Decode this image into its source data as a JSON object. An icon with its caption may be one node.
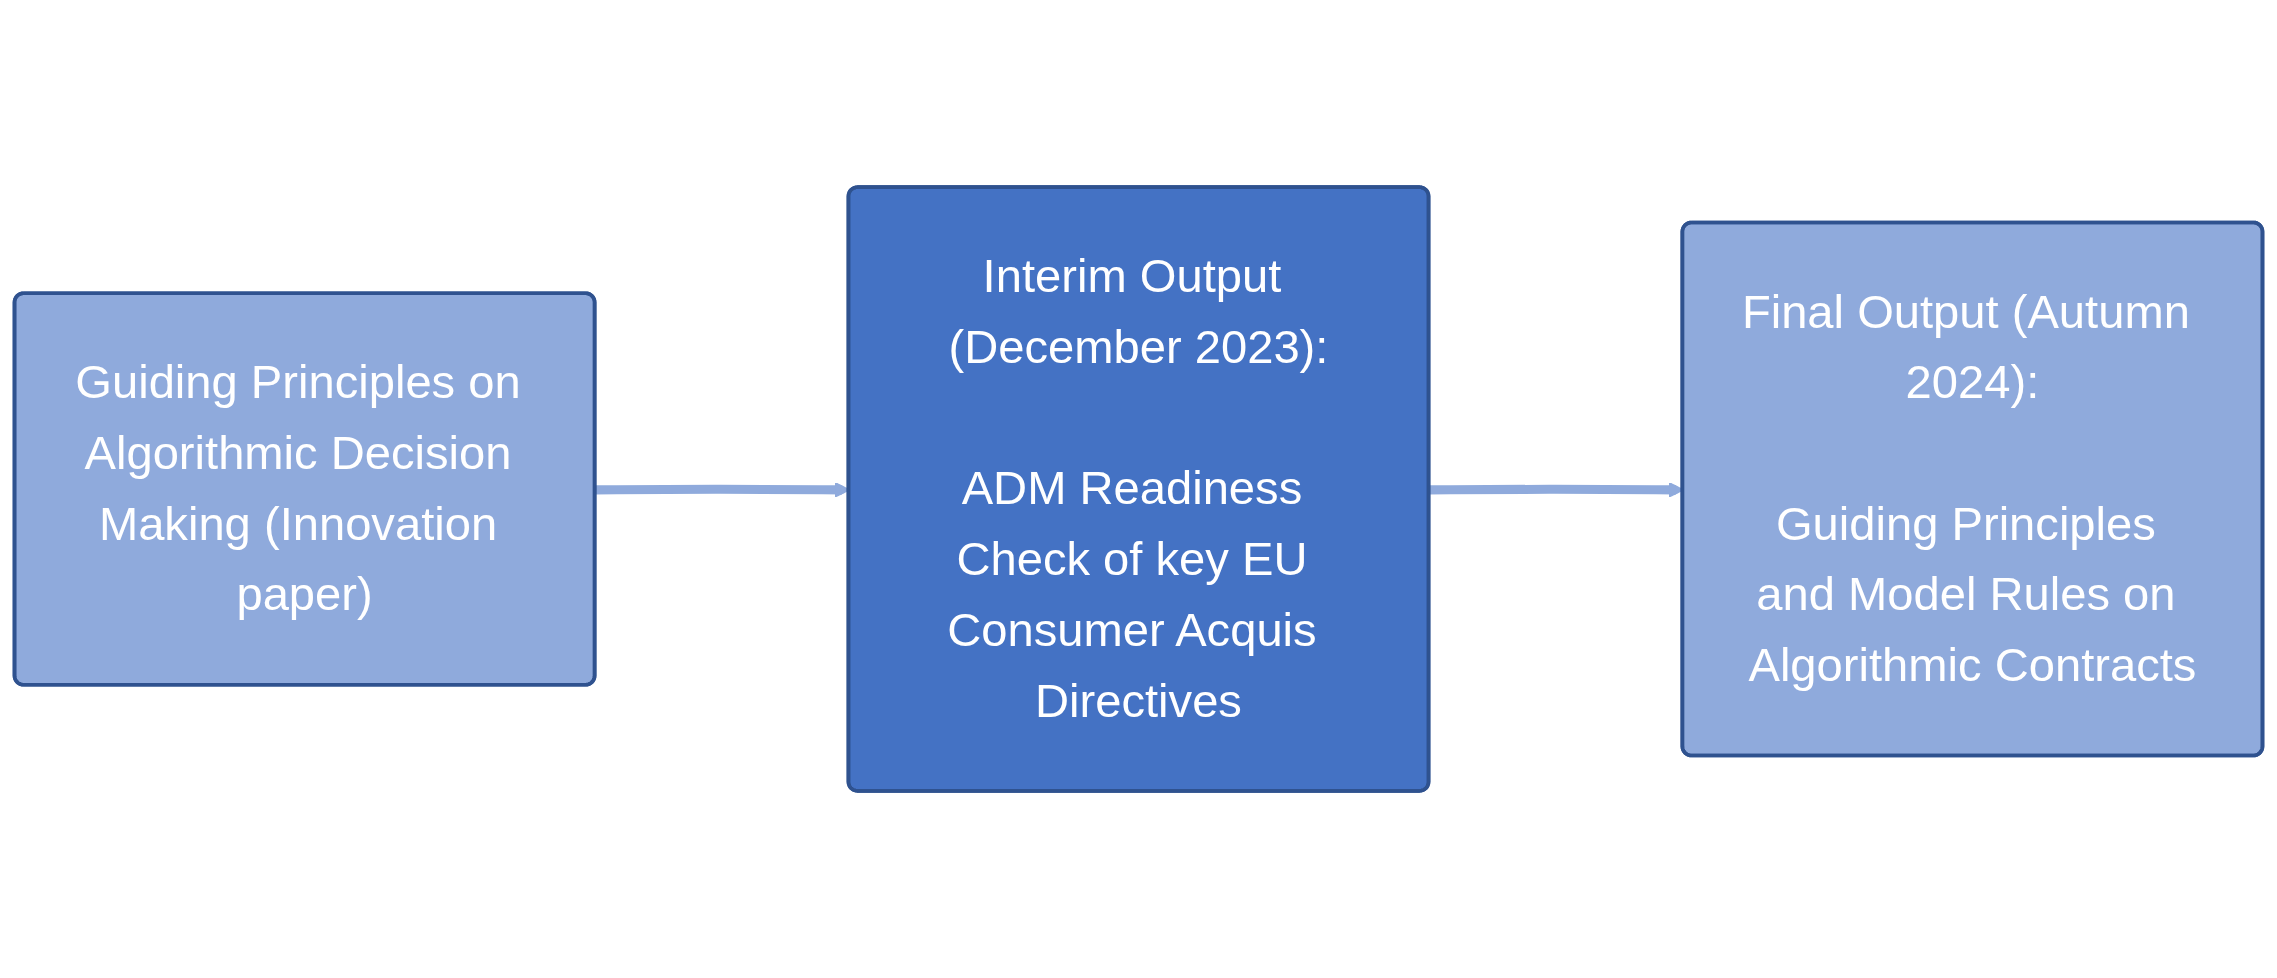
{
  "diagram": {
    "nodes": [
      {
        "text": [
          "Guiding Principles on Algorithmic Decision Making (Innovation paper)"
        ]
      },
      {
        "text": [
          "Interim Output (December 2023):",
          "ADM Readiness Check of key EU Consumer Acquis Directives"
        ]
      },
      {
        "text": [
          "Final Output (Autumn 2024):",
          "Guiding Principles and Model Rules on Algorithmic Contracts"
        ]
      }
    ],
    "edges": [
      {
        "from": 0,
        "to": 1,
        "arrow": "to"
      },
      {
        "from": 1,
        "to": 2,
        "arrow": "to"
      }
    ]
  }
}
